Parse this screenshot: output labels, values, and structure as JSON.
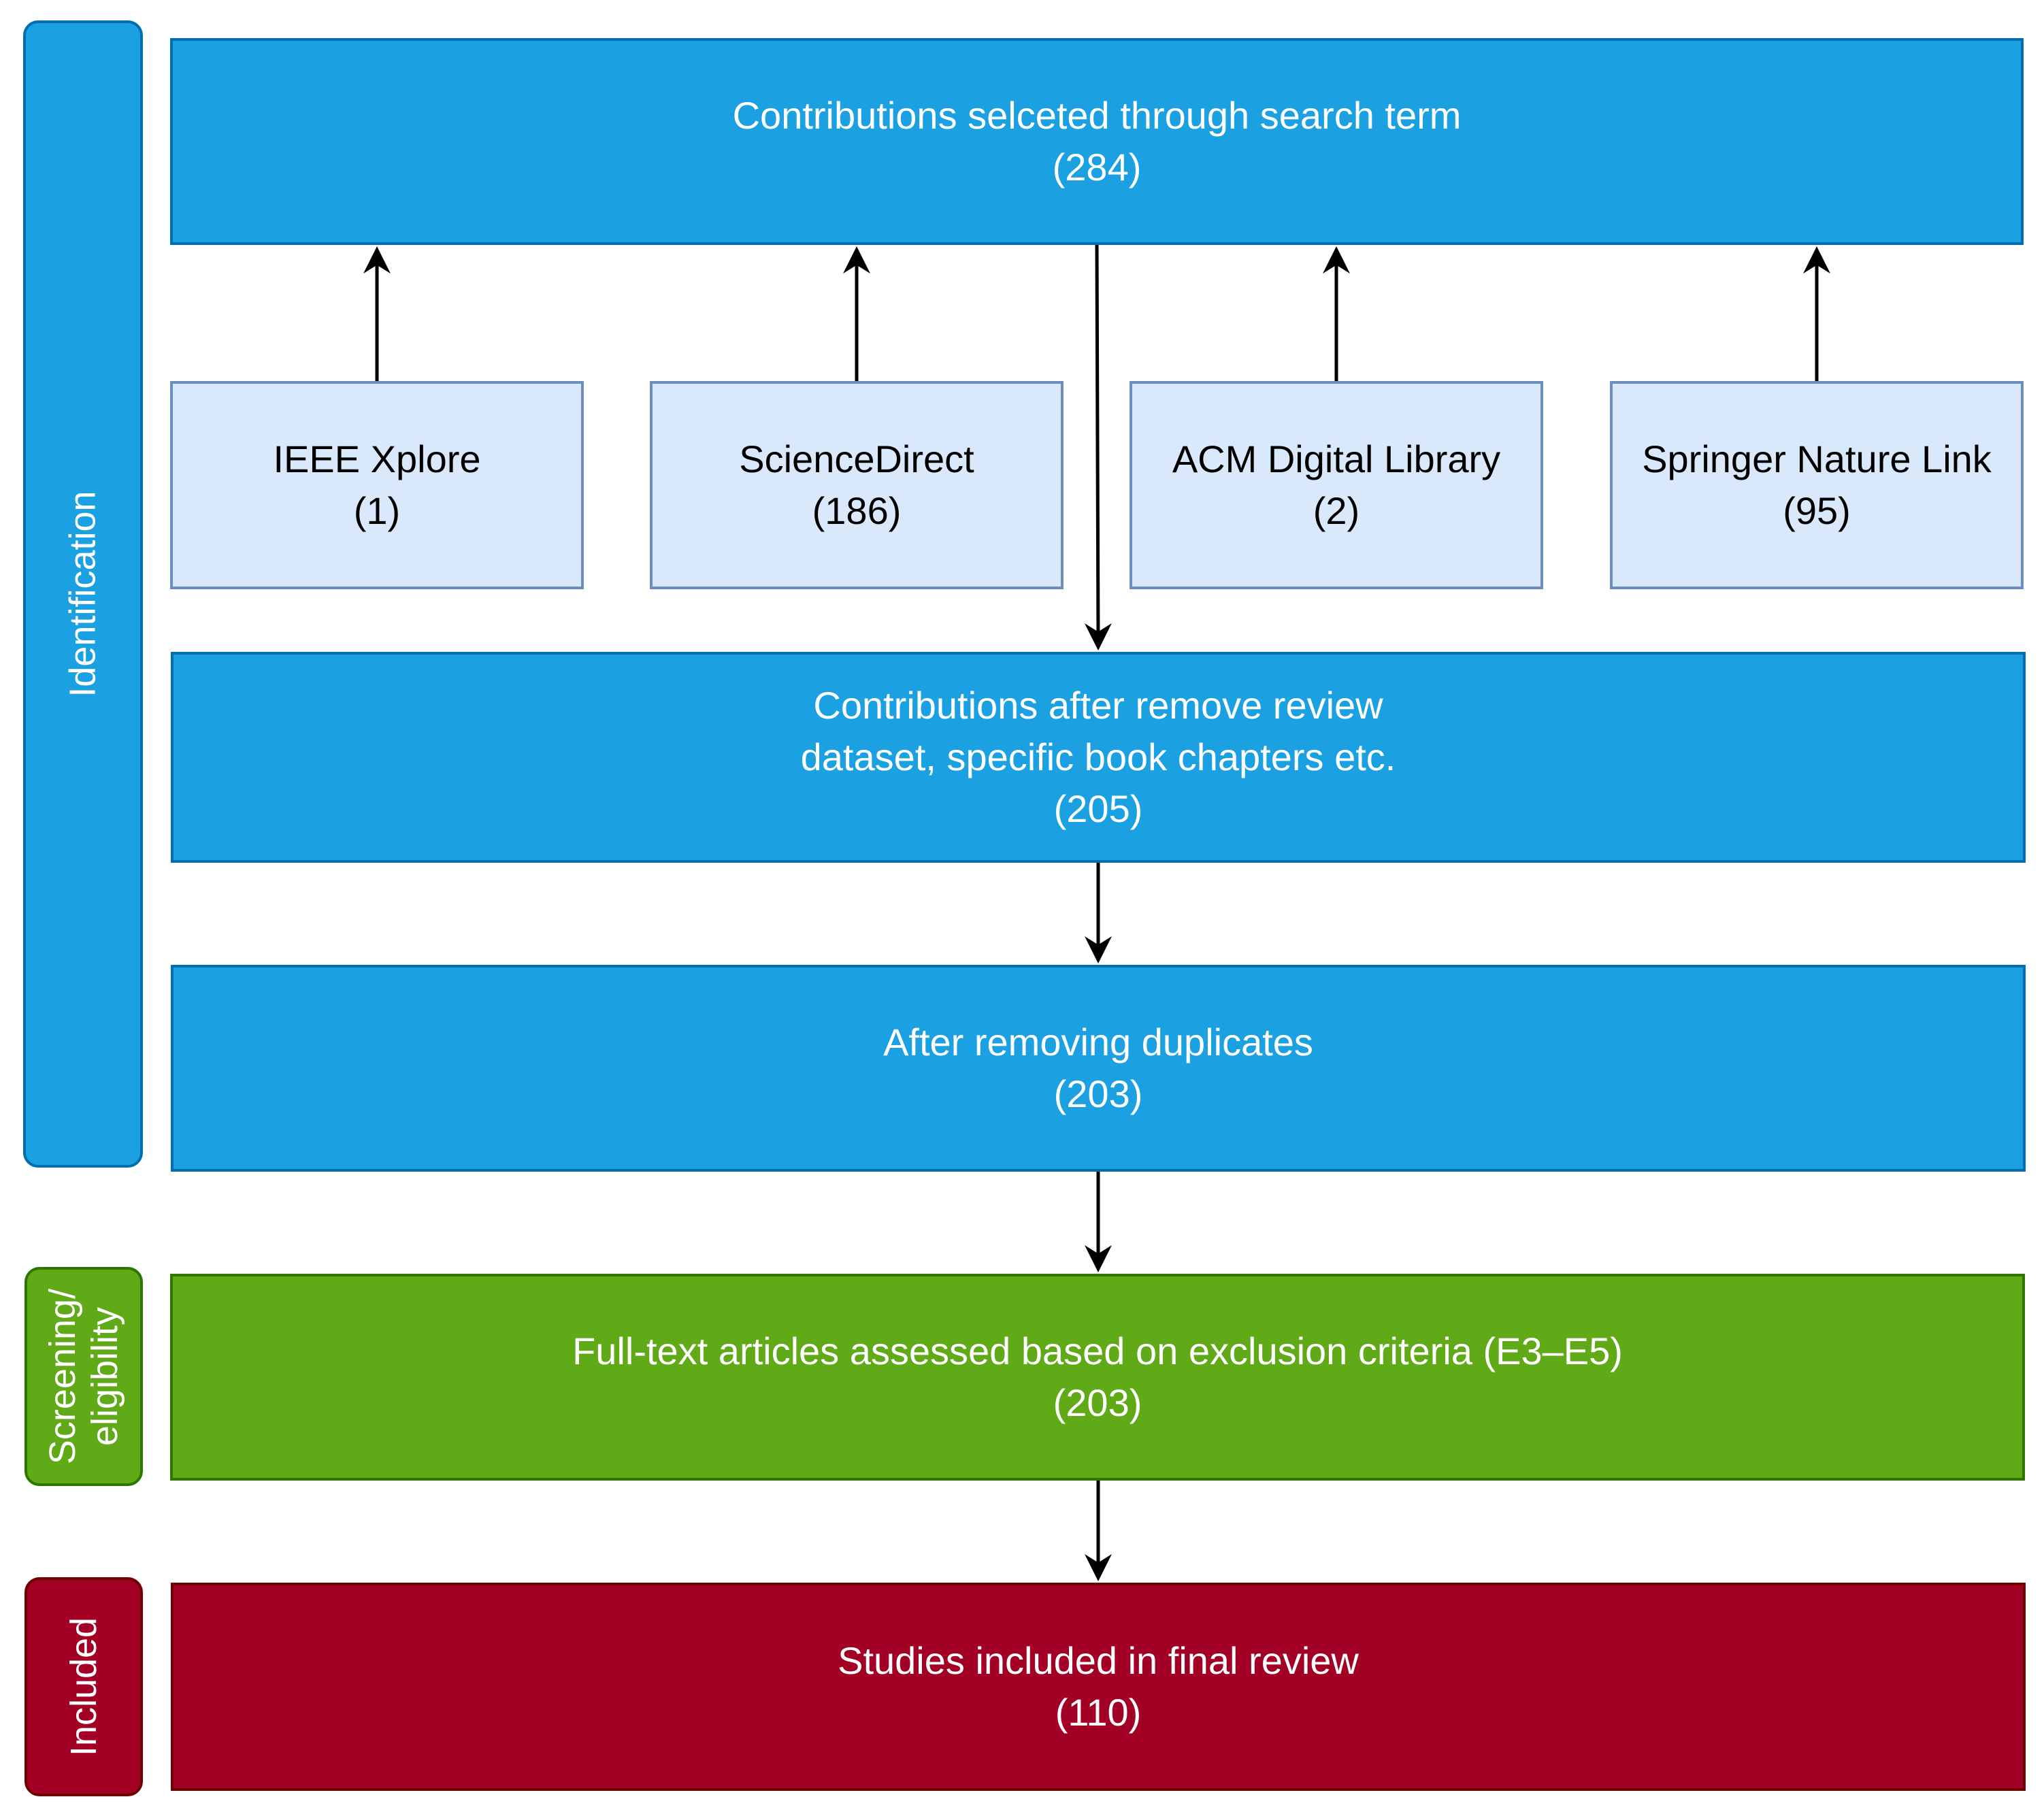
{
  "phases": {
    "identification": "Identification",
    "screening_line1": "Screening/",
    "screening_line2": "eligibility",
    "included": "Included"
  },
  "boxes": {
    "search_term": {
      "label": "Contributions selceted through search term",
      "count": "(284)"
    },
    "ieee": {
      "label": "IEEE Xplore",
      "count": "(1)"
    },
    "sciencedirect": {
      "label": "ScienceDirect",
      "count": "(186)"
    },
    "acm": {
      "label": "ACM Digital Library",
      "count": "(2)"
    },
    "springer": {
      "label": "Springer Nature Link",
      "count": "(95)"
    },
    "after_remove_review": {
      "line1": "Contributions after remove review",
      "line2": "dataset, specific book chapters etc.",
      "count": "(205)"
    },
    "after_duplicates": {
      "label": "After removing duplicates",
      "count": "(203)"
    },
    "full_text": {
      "label": "Full-text articles assessed based on exclusion criteria (E3–E5)",
      "count": "(203)"
    },
    "final_review": {
      "label": "Studies included in final review",
      "count": "(110)"
    }
  },
  "colors": {
    "identification_fill": "#1ba1e2",
    "screening_fill": "#60a917",
    "included_fill": "#a20025",
    "source_fill": "#dae8fc"
  }
}
